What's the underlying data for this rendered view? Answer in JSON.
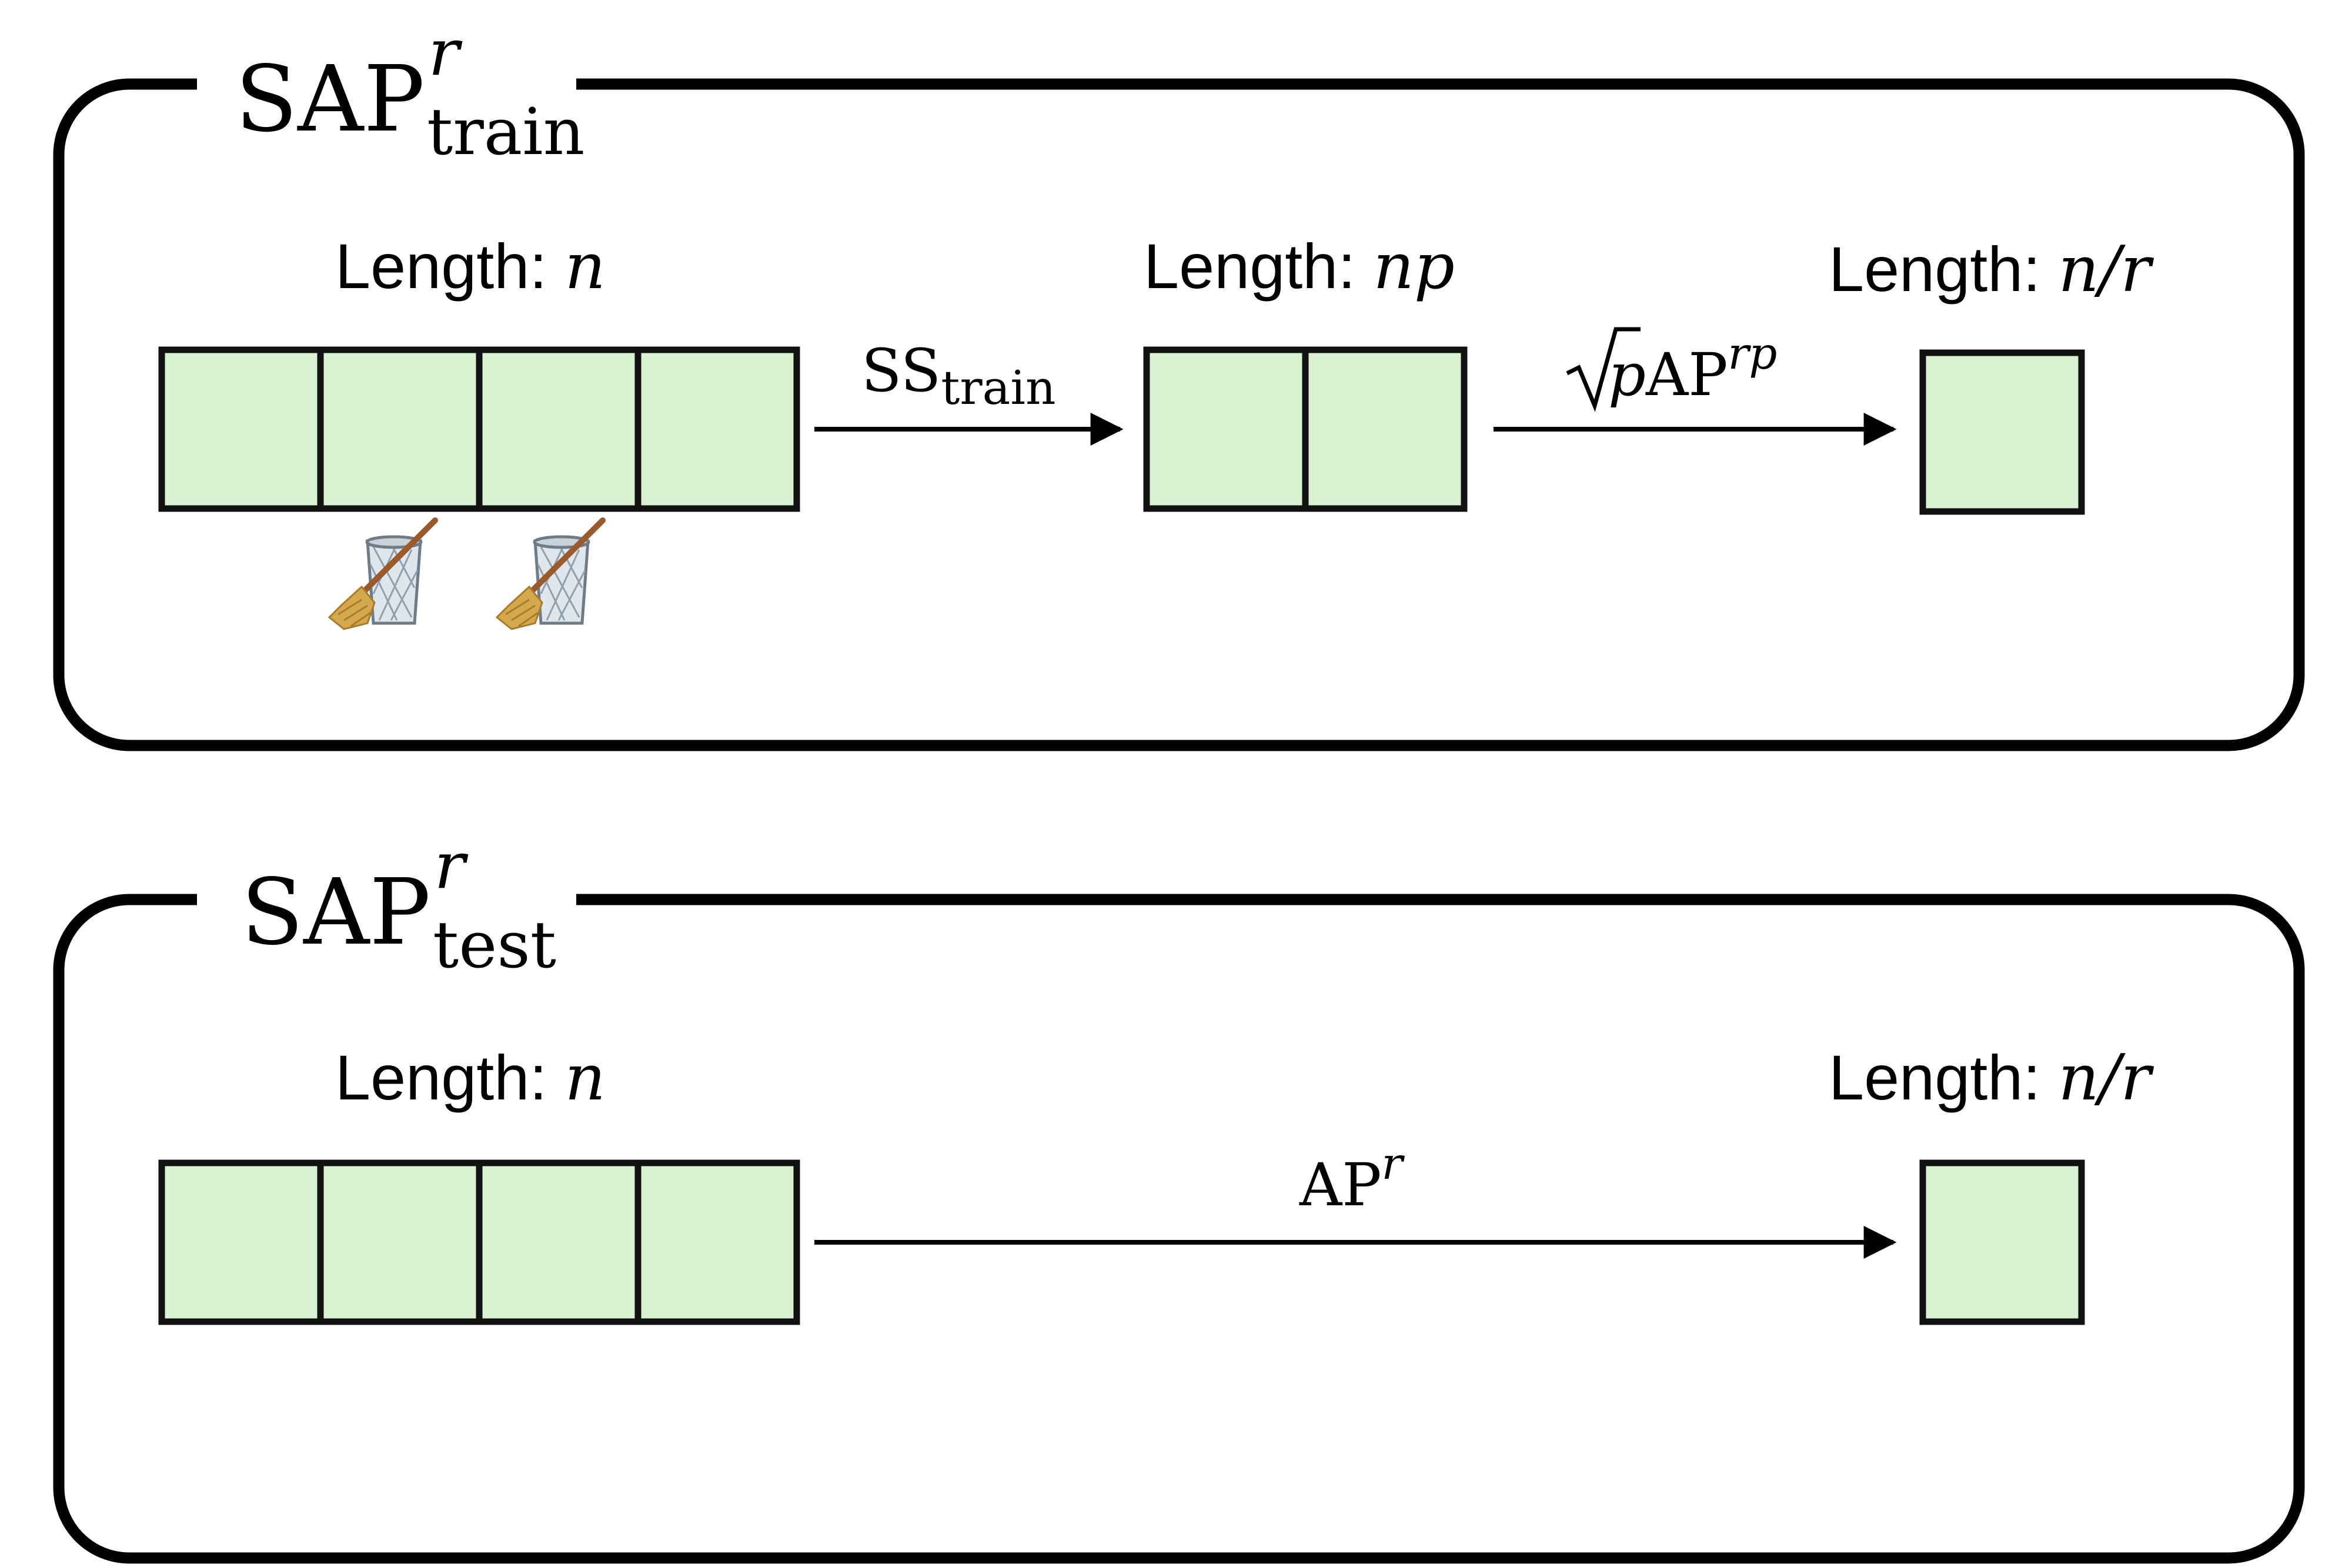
{
  "panels": {
    "train": {
      "title_main": "SAP",
      "title_sup": "r",
      "title_sub": "train",
      "input_label_prefix": "Length: ",
      "input_label_var": "n",
      "mid_label_prefix": "Length: ",
      "mid_label_var": "np",
      "output_label_prefix": "Length: ",
      "output_label_var": "n/r",
      "arrow1_main": "SS",
      "arrow1_sub": "train",
      "arrow2_sqrt_var": "p",
      "arrow2_main": "AP",
      "arrow2_sup": "rp"
    },
    "test": {
      "title_main": "SAP",
      "title_sup": "r",
      "title_sub": "test",
      "input_label_prefix": "Length: ",
      "input_label_var": "n",
      "output_label_prefix": "Length: ",
      "output_label_var": "n/r",
      "arrow_main": "AP",
      "arrow_sup": "r"
    }
  },
  "icons": [
    "broom-wastebasket-icon",
    "broom-wastebasket-icon"
  ],
  "colors": {
    "cell_fill": "#d9f2d1",
    "stroke": "#000000",
    "broom_handle": "#9a5a2a",
    "broom_bristles": "#d6a84e"
  }
}
